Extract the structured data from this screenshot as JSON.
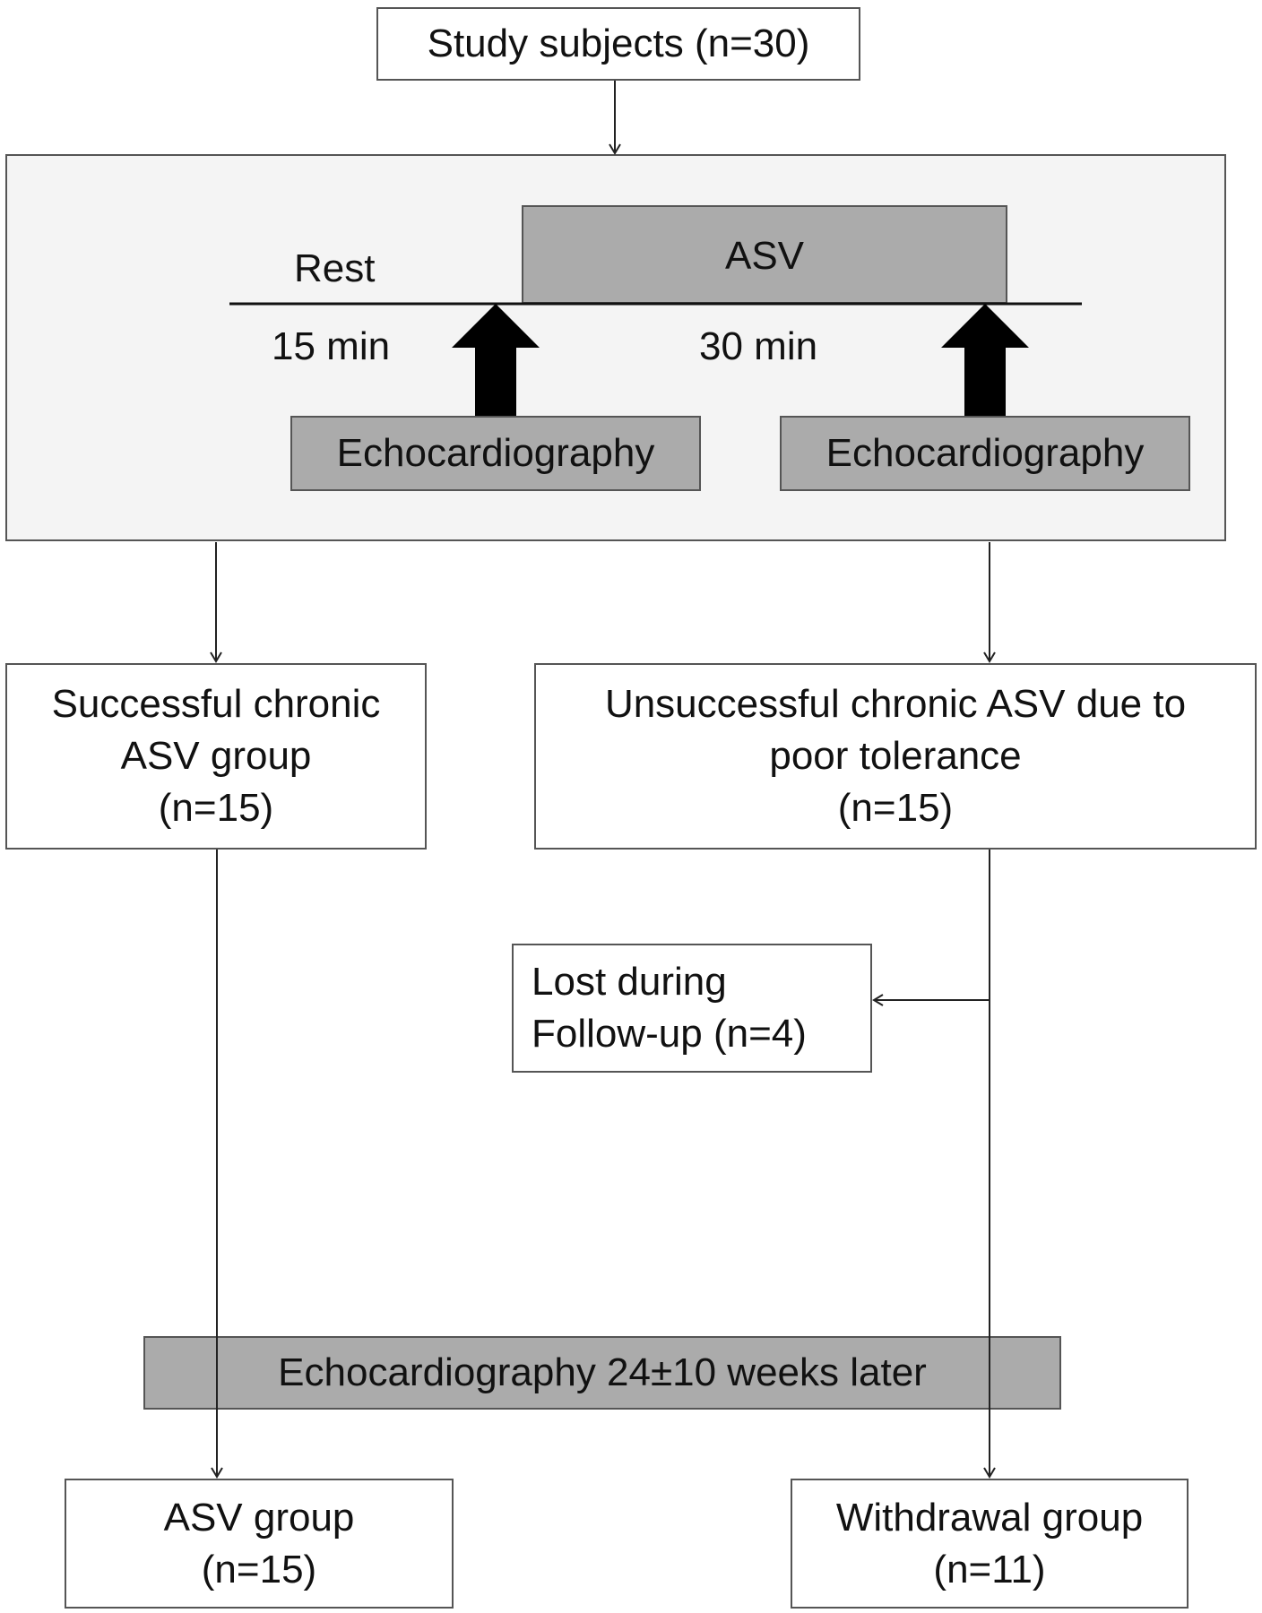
{
  "study_subjects": "Study subjects (n=30)",
  "protocol": {
    "rest_label": "Rest",
    "asv_label": "ASV",
    "rest_duration": "15 min",
    "asv_duration": "30 min",
    "echo_before": "Echocardiography",
    "echo_after": "Echocardiography"
  },
  "successful_group": {
    "line1": "Successful chronic",
    "line2": "ASV group",
    "line3": "(n=15)"
  },
  "unsuccessful_group": {
    "line1": "Unsuccessful chronic ASV due to",
    "line2": "poor tolerance",
    "line3": "(n=15)"
  },
  "lost_followup": {
    "line1": "Lost during",
    "line2": "Follow-up (n=4)"
  },
  "followup_echo": "Echocardiography 24±10 weeks later",
  "asv_group": {
    "line1": "ASV group",
    "line2": "(n=15)"
  },
  "withdrawal_group": {
    "line1": "Withdrawal group",
    "line2": "(n=11)"
  }
}
